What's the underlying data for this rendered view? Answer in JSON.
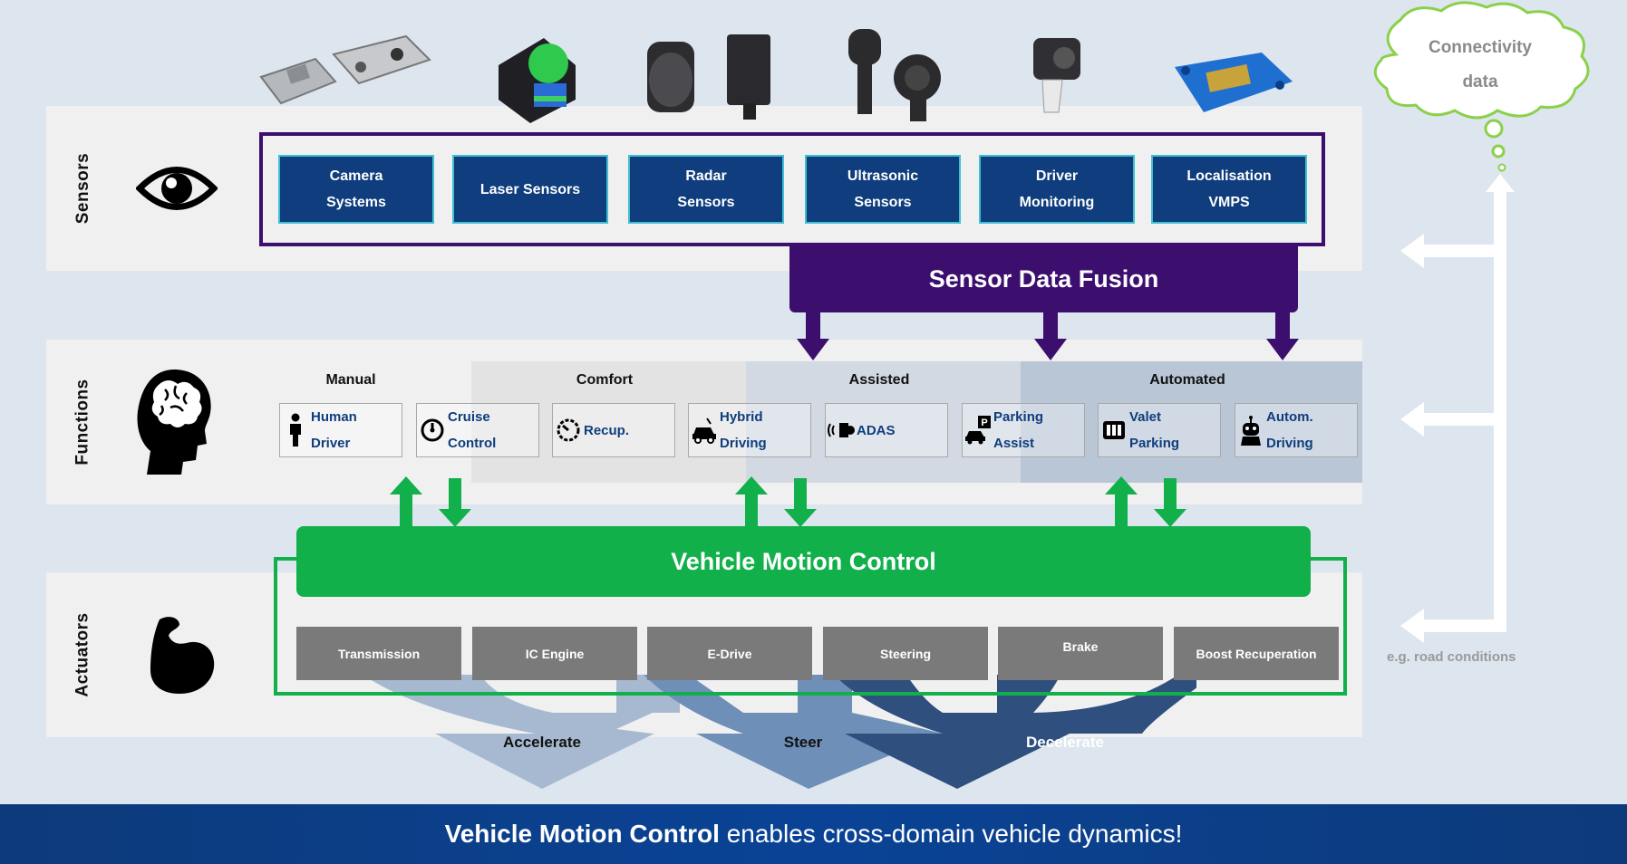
{
  "layers": {
    "sensors": "Sensors",
    "functions": "Functions",
    "actuators": "Actuators"
  },
  "sensors": [
    {
      "label": "Camera\nSystems"
    },
    {
      "label": "Laser Sensors"
    },
    {
      "label": "Radar\nSensors"
    },
    {
      "label": "Ultrasonic\nSensors"
    },
    {
      "label": "Driver\nMonitoring"
    },
    {
      "label": "Localisation\nVMPS"
    }
  ],
  "sensor_fusion": "Sensor Data Fusion",
  "function_zones": {
    "manual": "Manual",
    "comfort": "Comfort",
    "assisted": "Assisted",
    "automated": "Automated"
  },
  "functions": [
    {
      "label": "Human\nDriver",
      "icon": "person-icon"
    },
    {
      "label": "Cruise\nControl",
      "icon": "speedometer-icon"
    },
    {
      "label": "Recup.",
      "icon": "recuperation-gauge-icon"
    },
    {
      "label": "Hybrid\nDriving",
      "icon": "hybrid-car-icon"
    },
    {
      "label": "ADAS",
      "icon": "adas-sensor-icon"
    },
    {
      "label": "Parking\nAssist",
      "icon": "parking-car-icon"
    },
    {
      "label": "Valet\nParking",
      "icon": "valet-parking-icon"
    },
    {
      "label": "Autom.\nDriving",
      "icon": "robot-driver-icon"
    }
  ],
  "vehicle_motion_control": "Vehicle Motion Control",
  "actuators": [
    {
      "label": "Transmission"
    },
    {
      "label": "IC Engine"
    },
    {
      "label": "E-Drive"
    },
    {
      "label": "Steering"
    },
    {
      "label": "Brake"
    },
    {
      "label": "Boost Recuperation"
    }
  ],
  "outcomes": {
    "accelerate": "Accelerate",
    "steer": "Steer",
    "decelerate": "Decelerate"
  },
  "connectivity": {
    "cloud_text": "Connectivity\ndata",
    "note": "e.g. road conditions"
  },
  "footer": {
    "bold": "Vehicle Motion Control",
    "rest": " enables cross-domain vehicle dynamics!"
  },
  "colors": {
    "navy": "#0f3d7d",
    "purple": "#3c0f6e",
    "green": "#12b04b",
    "actuator_gray": "#7a7a7a",
    "footer_blue": "#0d3a7a"
  }
}
